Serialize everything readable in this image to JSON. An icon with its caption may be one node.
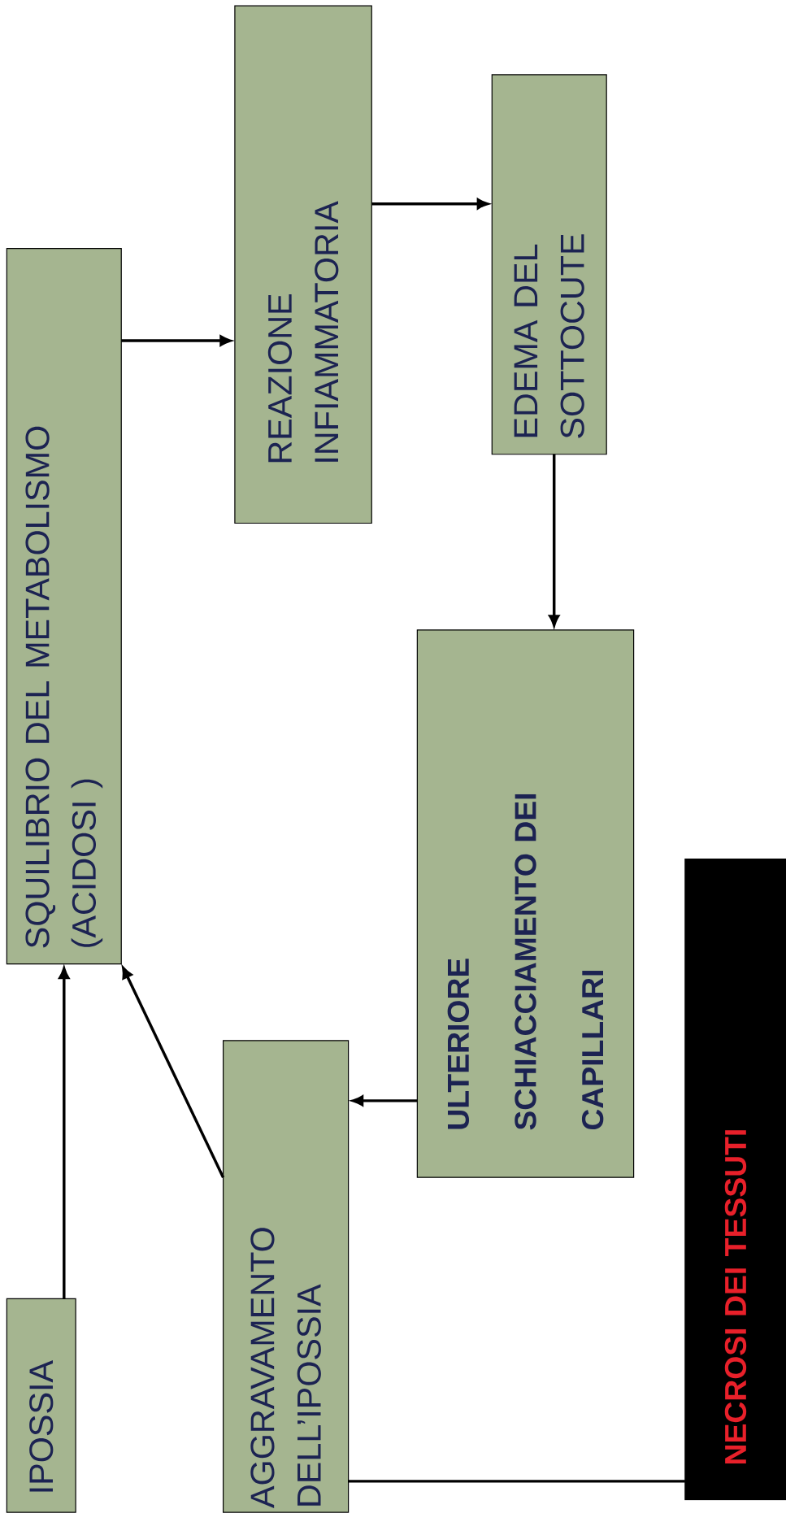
{
  "diagram": {
    "nodes": [
      {
        "text": [
          "IPOSSIA"
        ]
      },
      {
        "text": [
          "AGGRAVAMENTO DELL’IPOSSIA"
        ]
      },
      {
        "text": [
          "SQUILIBRIO DEL METABOLISMO (ACIDOSI )"
        ]
      },
      {
        "text": [
          "REAZIONE INFIAMMATORIA"
        ]
      },
      {
        "text": [
          "EDEMA DEL SOTTOCUTE"
        ]
      },
      {
        "text": [
          "ULTERIORE SCHIACCIAMENTO DEI CAPILLARI"
        ]
      },
      {
        "text": [
          "NECROSI DEI TESSUTI"
        ]
      }
    ],
    "edges": [
      {
        "from": 0,
        "to": 2,
        "arrow": "to"
      },
      {
        "from": 1,
        "to": 2,
        "arrow": "to"
      },
      {
        "from": 2,
        "to": 3,
        "arrow": "to"
      },
      {
        "from": 3,
        "to": 4,
        "arrow": "to"
      },
      {
        "from": 4,
        "to": 5,
        "arrow": "to"
      },
      {
        "from": 5,
        "to": 1,
        "arrow": "to"
      },
      {
        "from": 1,
        "to": 6,
        "arrow": "none"
      }
    ]
  }
}
